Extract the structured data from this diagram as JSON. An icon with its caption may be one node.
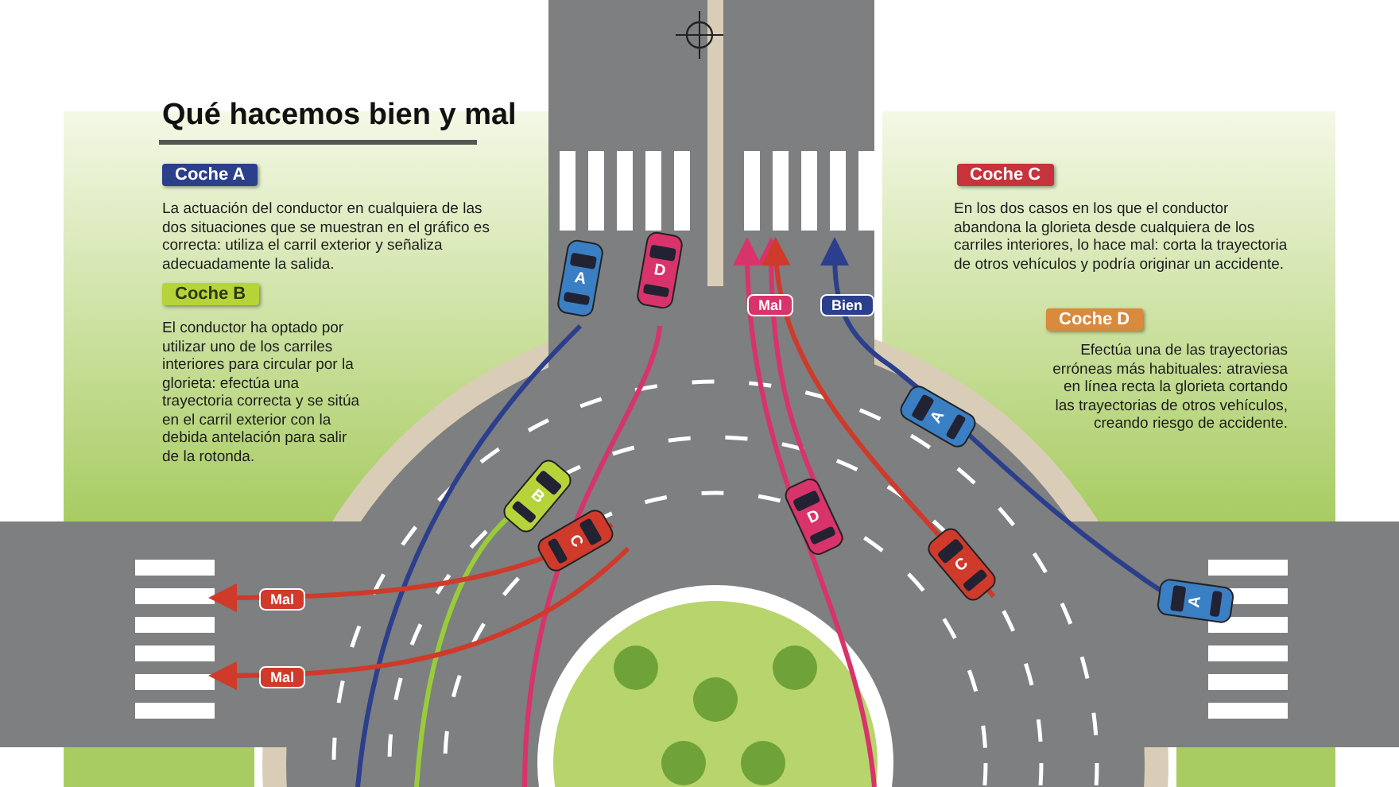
{
  "diagram": {
    "title": "Qué hacemos bien y mal",
    "labels": [
      "Coche A",
      "La actuación del conductor en cualquiera de las dos situaciones que se muestran en el gráfico es correcta:  utiliza el carril exterior y señaliza adecuadamente la salida.",
      "Coche B",
      "El conductor ha optado por utilizar uno de los carriles interiores para circular por la glorieta: efectúa una trayectoria correcta y se sitúa en el carril exterior con la debida antelación para salir de la rotonda.",
      "Coche C",
      "En los dos casos en los que el conductor abandona la glorieta desde cualquiera de los carriles interiores, lo hace mal: corta la trayectoria de otros vehículos y podría originar un accidente.",
      "Coche D",
      "Efectúa una de las trayectorias erróneas más habituales: atraviesa en línea recta la glorieta cortando las trayectorias de otros vehículos, creando riesgo de accidente.",
      "Mal",
      "Bien",
      "Mal",
      "Mal",
      "A",
      "D",
      "B",
      "C",
      "D",
      "C",
      "A",
      "A"
    ]
  }
}
